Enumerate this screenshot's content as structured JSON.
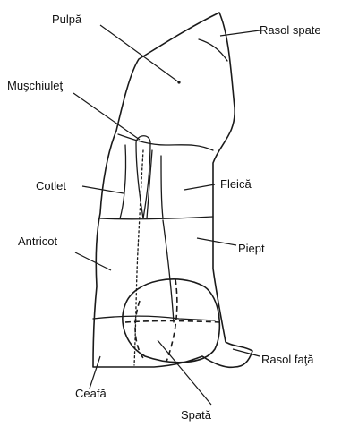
{
  "diagram": {
    "labels": {
      "pulpa": "Pulpă",
      "rasol_spate": "Rasol spate",
      "muschiulet": "Muşchiuleţ",
      "cotlet": "Cotlet",
      "fleica": "Fleică",
      "antricot": "Antricot",
      "piept": "Piept",
      "rasol_fata": "Rasol faţă",
      "ceafa": "Ceafă",
      "spata": "Spată"
    }
  }
}
